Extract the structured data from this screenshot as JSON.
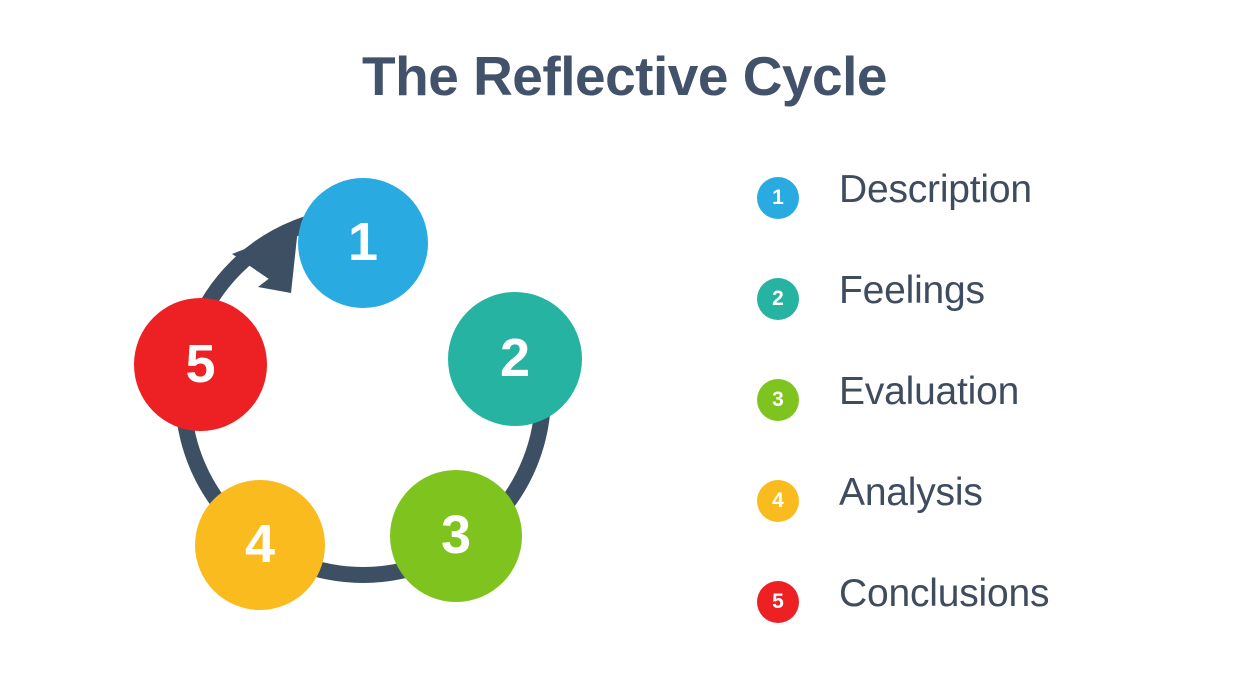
{
  "title": "The Reflective Cycle",
  "background_color": "#ffffff",
  "theme": {
    "dark_slate": "#3d4f63",
    "title_color": "#42526a",
    "label_color": "#3f4c5f"
  },
  "diagram": {
    "type": "cycle",
    "direction": "clockwise",
    "ring_color": "#3d4f63",
    "ring_stroke_width": 16,
    "arrow": {
      "name": "cycle-arrowhead",
      "from_step": 5,
      "to_step": 1,
      "color": "#3d4f63"
    },
    "nodes": [
      {
        "number": "1",
        "label": "Description",
        "color": "#29abe2"
      },
      {
        "number": "2",
        "label": "Feelings",
        "color": "#27b3a2"
      },
      {
        "number": "3",
        "label": "Evaluation",
        "color": "#7fc41e"
      },
      {
        "number": "4",
        "label": "Analysis",
        "color": "#fabb1f"
      },
      {
        "number": "5",
        "label": "Conclusions",
        "color": "#ed2024"
      }
    ]
  },
  "legend": {
    "items": [
      {
        "number": "1",
        "label": "Description",
        "color": "#29abe2"
      },
      {
        "number": "2",
        "label": "Feelings",
        "color": "#27b3a2"
      },
      {
        "number": "3",
        "label": "Evaluation",
        "color": "#7fc41e"
      },
      {
        "number": "4",
        "label": "Analysis",
        "color": "#fabb1f"
      },
      {
        "number": "5",
        "label": "Conclusions",
        "color": "#ed2024"
      }
    ]
  }
}
